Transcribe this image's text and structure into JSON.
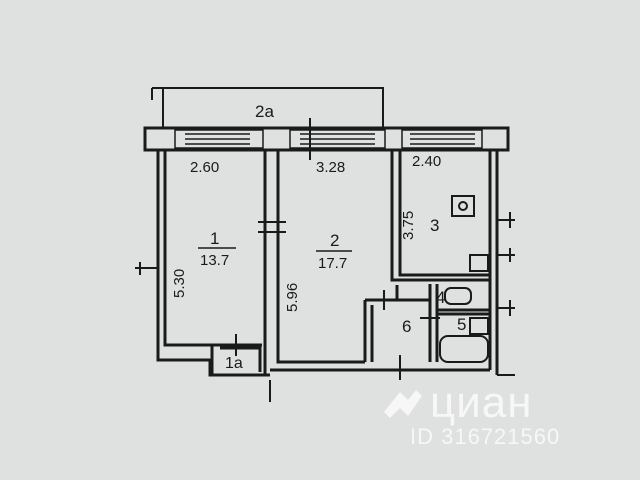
{
  "plan": {
    "balcony_label": "2a",
    "rooms": [
      {
        "id": "1",
        "area": "13.7"
      },
      {
        "id": "2",
        "area": "17.7"
      },
      {
        "id": "3"
      },
      {
        "id": "4"
      },
      {
        "id": "5"
      },
      {
        "id": "6"
      },
      {
        "id": "1a"
      }
    ],
    "dimensions": {
      "room1_width": "2.60",
      "room2_width": "3.28",
      "room3_width": "2.40",
      "room1_length": "5.30",
      "room2_length": "5.96",
      "room3_length": "3.75"
    }
  },
  "watermark": {
    "brand": "циан",
    "listing_id": "ID 316721560"
  },
  "colors": {
    "background": "#dfe0e0",
    "wall": "#1a1a1a"
  }
}
